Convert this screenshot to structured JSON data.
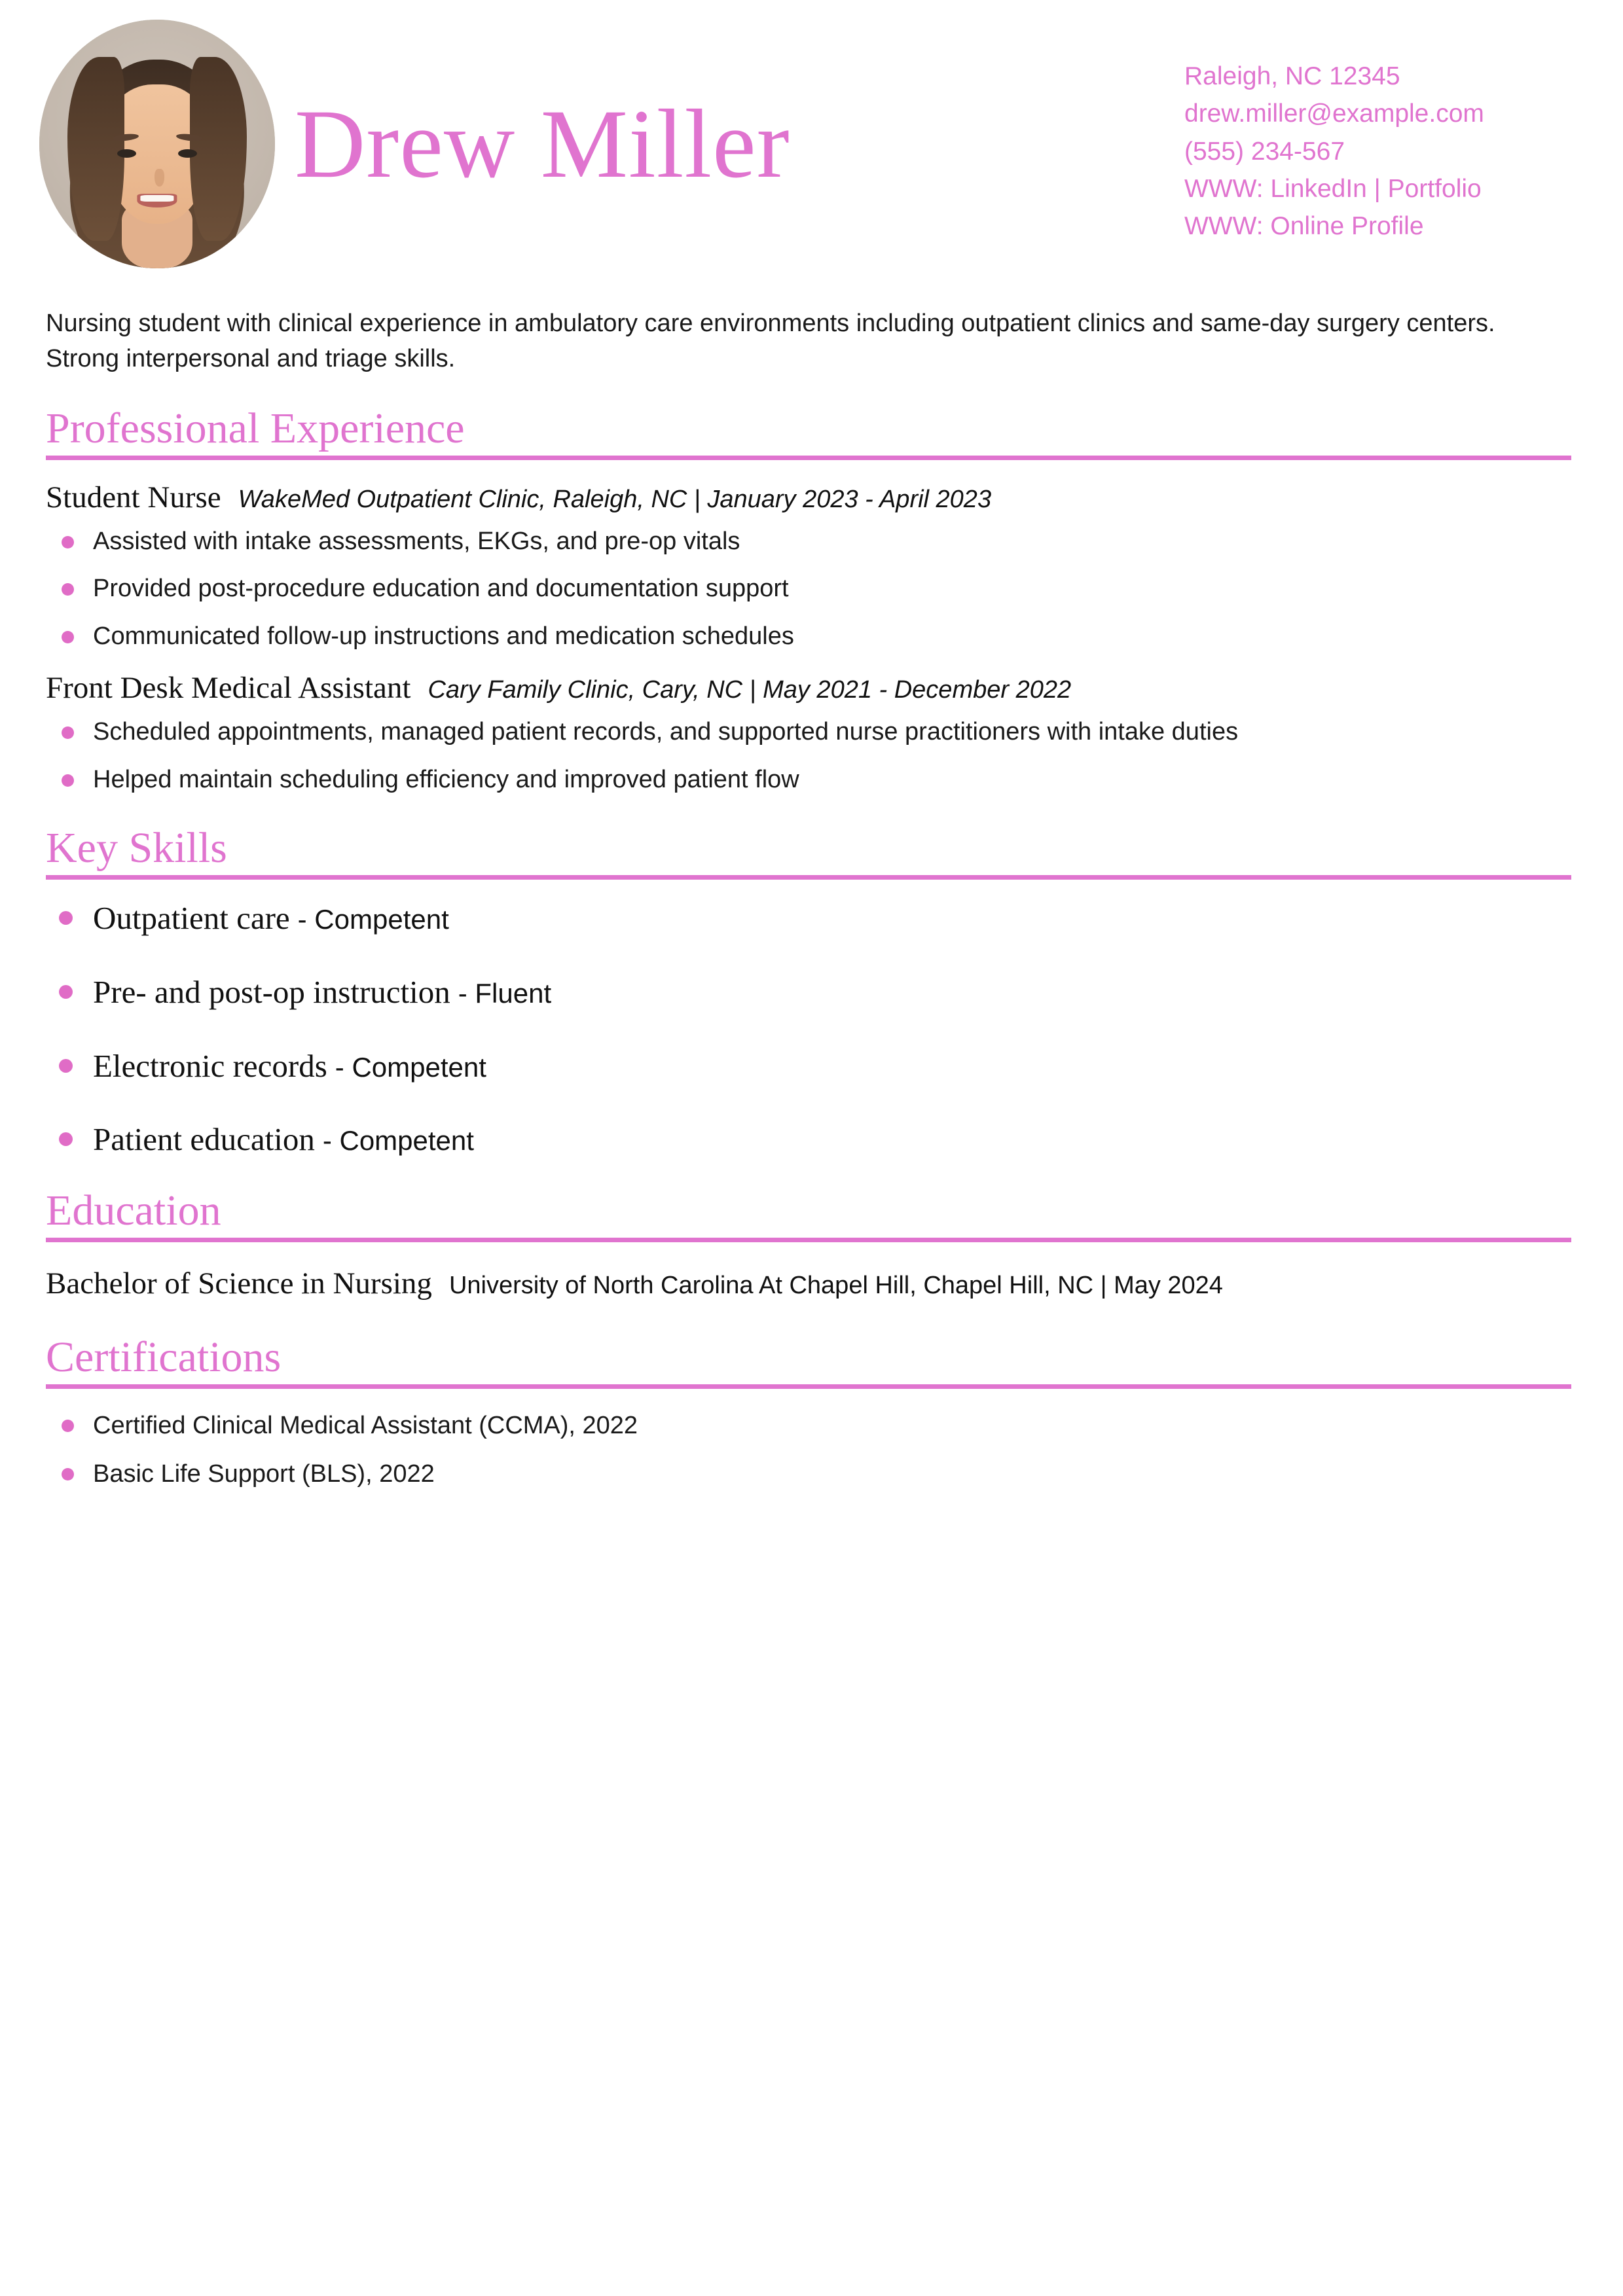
{
  "theme": {
    "accent": "#e074cf",
    "bullet": "#e06cc6",
    "text": "#1a1a1a",
    "background": "#ffffff"
  },
  "header": {
    "name": "Drew Miller",
    "avatar_alt": "profile-photo",
    "contact": [
      "Raleigh, NC 12345",
      "drew.miller@example.com",
      "(555) 234-567",
      "WWW: LinkedIn | Portfolio",
      "WWW: Online Profile"
    ]
  },
  "summary": "Nursing student with clinical experience in ambulatory care environments including outpatient clinics and same-day surgery centers. Strong interpersonal and triage skills.",
  "sections": {
    "experience": {
      "title": "Professional Experience",
      "jobs": [
        {
          "title": "Student Nurse",
          "meta": "WakeMed Outpatient Clinic, Raleigh, NC | January 2023 - April 2023",
          "bullets": [
            "Assisted with intake assessments, EKGs, and pre-op vitals",
            "Provided post-procedure education and documentation support",
            "Communicated follow-up instructions and medication schedules"
          ]
        },
        {
          "title": "Front Desk Medical Assistant",
          "meta": "Cary Family Clinic, Cary, NC | May 2021 - December 2022",
          "bullets": [
            "Scheduled appointments, managed patient records, and supported nurse practitioners with intake duties",
            "Helped maintain scheduling efficiency and improved patient flow"
          ]
        }
      ]
    },
    "skills": {
      "title": "Key Skills",
      "items": [
        {
          "name": "Outpatient care",
          "level": "- Competent"
        },
        {
          "name": "Pre- and post-op instruction",
          "level": "- Fluent"
        },
        {
          "name": "Electronic records",
          "level": "- Competent"
        },
        {
          "name": "Patient education",
          "level": "- Competent"
        }
      ]
    },
    "education": {
      "title": "Education",
      "degree": "Bachelor of Science in Nursing",
      "meta": "University of North Carolina At Chapel Hill, Chapel Hill, NC | May 2024"
    },
    "certifications": {
      "title": "Certifications",
      "items": [
        "Certified Clinical Medical Assistant (CCMA), 2022",
        "Basic Life Support (BLS), 2022"
      ]
    }
  }
}
